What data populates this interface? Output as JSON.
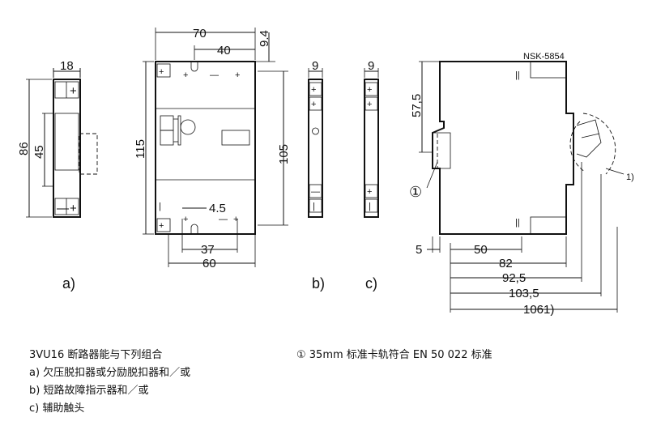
{
  "views": {
    "a": {
      "label": "a)",
      "side_width": "18",
      "side_height": "86",
      "side_mid": "45",
      "front_width": "70",
      "front_offset": "40",
      "front_top": "9.4",
      "front_height": "115",
      "front_bottom_small": "4.5",
      "front_bottom_mid": "37",
      "front_bottom_width": "60",
      "mount_height": "105"
    },
    "b": {
      "label": "b)",
      "width": "9"
    },
    "c": {
      "label": "c)",
      "width": "9"
    }
  },
  "side_view": {
    "drawing_no": "NSK-5854",
    "height_label": "57,5",
    "dim_5": "5",
    "dim_50": "50",
    "dim_82": "82",
    "dim_92_5": "92,5",
    "dim_103_5": "103,5",
    "dim_106": "1061)",
    "callout_1": "①",
    "note_1": "1)"
  },
  "caption": {
    "title": "3VU16 断路器能与下列组合",
    "items": [
      "a) 欠压脱扣器或分励脱扣器和／或",
      "b) 短路故障指示器和／或",
      "c) 辅助触头"
    ]
  },
  "footnote": "① 35mm 标准卡轨符合 EN 50 022 标准"
}
